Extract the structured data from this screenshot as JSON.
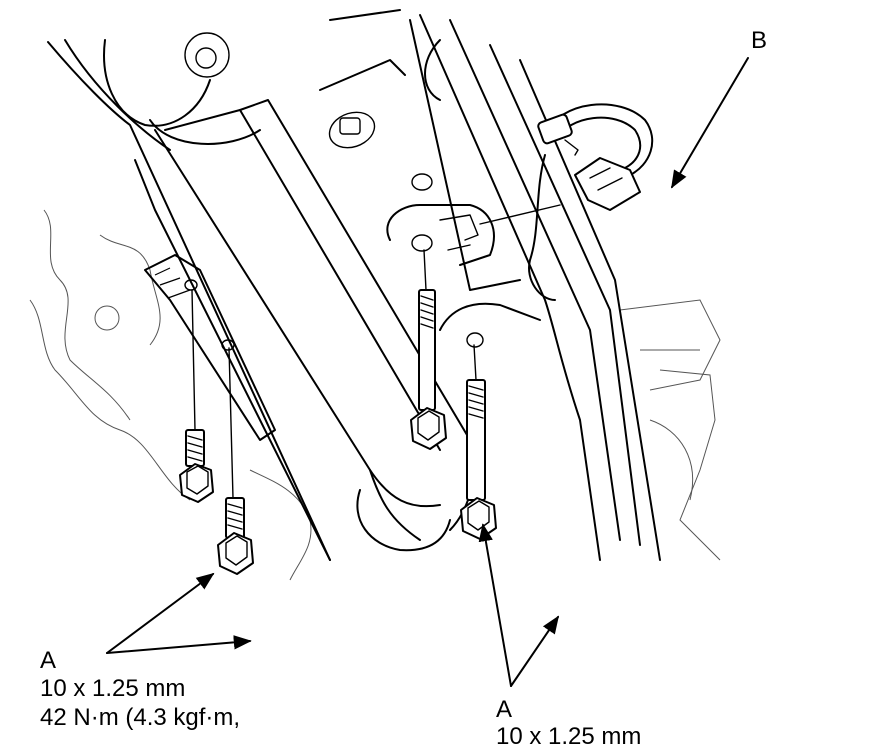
{
  "callouts": {
    "b": {
      "letter": "B"
    },
    "a_left": {
      "letter": "A",
      "size": "10 x 1.25 mm",
      "torque": "42 N·m (4.3 kgf·m,"
    },
    "a_right": {
      "letter": "A",
      "size": "10 x 1.25 mm"
    }
  },
  "colors": {
    "line": "#000000",
    "background": "#ffffff"
  }
}
